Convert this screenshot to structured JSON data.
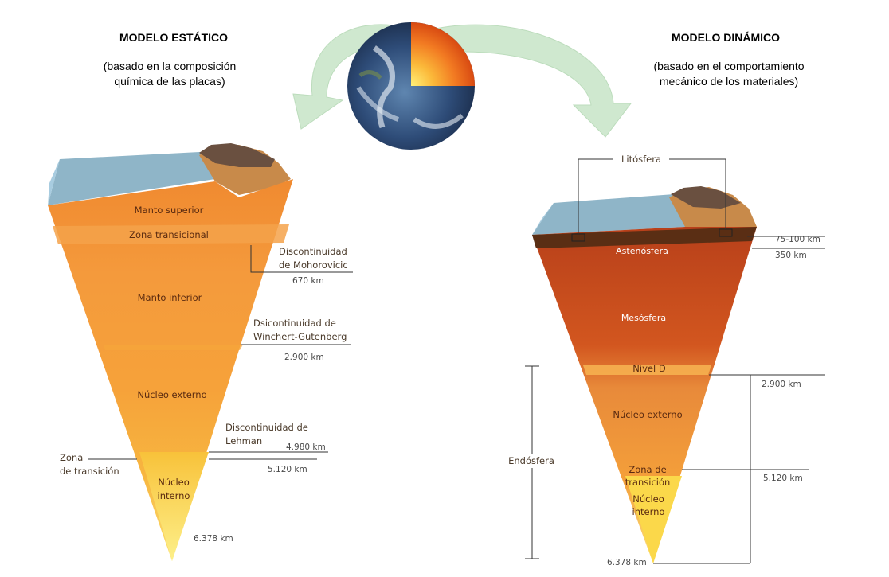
{
  "static_model": {
    "title": "MODELO ESTÁTICO",
    "subtitle_line1": "(basado en la composición",
    "subtitle_line2": "química de las placas)",
    "layers": {
      "manto_superior": "Manto superior",
      "zona_transicional": "Zona transicional",
      "manto_inferior": "Manto inferior",
      "nucleo_externo": "Núcleo externo",
      "nucleo_interno_1": "Núcleo",
      "nucleo_interno_2": "interno"
    },
    "annotations": {
      "mohorovicic_1": "Discontinuidad",
      "mohorovicic_2": "de Mohorovicic",
      "mohorovicic_depth": "670 km",
      "gutenberg_1": "Dsicontinuidad de",
      "gutenberg_2": "Winchert-Gutenberg",
      "gutenberg_depth": "2.900 km",
      "lehman_1": "Discontinuidad de",
      "lehman_2": "Lehman",
      "lehman_depth": "4.980 km",
      "transition_depth": "5.120 km",
      "zona_1": "Zona",
      "zona_2": "de transición",
      "center_depth": "6.378 km"
    }
  },
  "dynamic_model": {
    "title": "MODELO DINÁMICO",
    "subtitle_line1": "(basado en el comportamiento",
    "subtitle_line2": "mecánico de los materiales)",
    "layers": {
      "litosfera": "Litósfera",
      "astenosfera": "Astenósfera",
      "mesosfera": "Mesósfera",
      "nivel_d": "Nivel D",
      "nucleo_externo": "Núcleo externo",
      "zona_transicion_1": "Zona de",
      "zona_transicion_2": "transición",
      "nucleo_interno_1": "Núcleo",
      "nucleo_interno_2": "interno"
    },
    "annotations": {
      "lito_depth": "75-100 km",
      "asteno_depth": "350 km",
      "endosfera": "Endósfera",
      "d_depth": "2.900 km",
      "transition_depth": "5.120 km",
      "center_depth": "6.378 km"
    }
  },
  "colors": {
    "ocean": "#8fb5c8",
    "mantle": "#f39a3a",
    "dark_mantle": "#c44a1a",
    "core_yellow": "#fbd84a",
    "arrow_green": "#cfe8cf"
  }
}
